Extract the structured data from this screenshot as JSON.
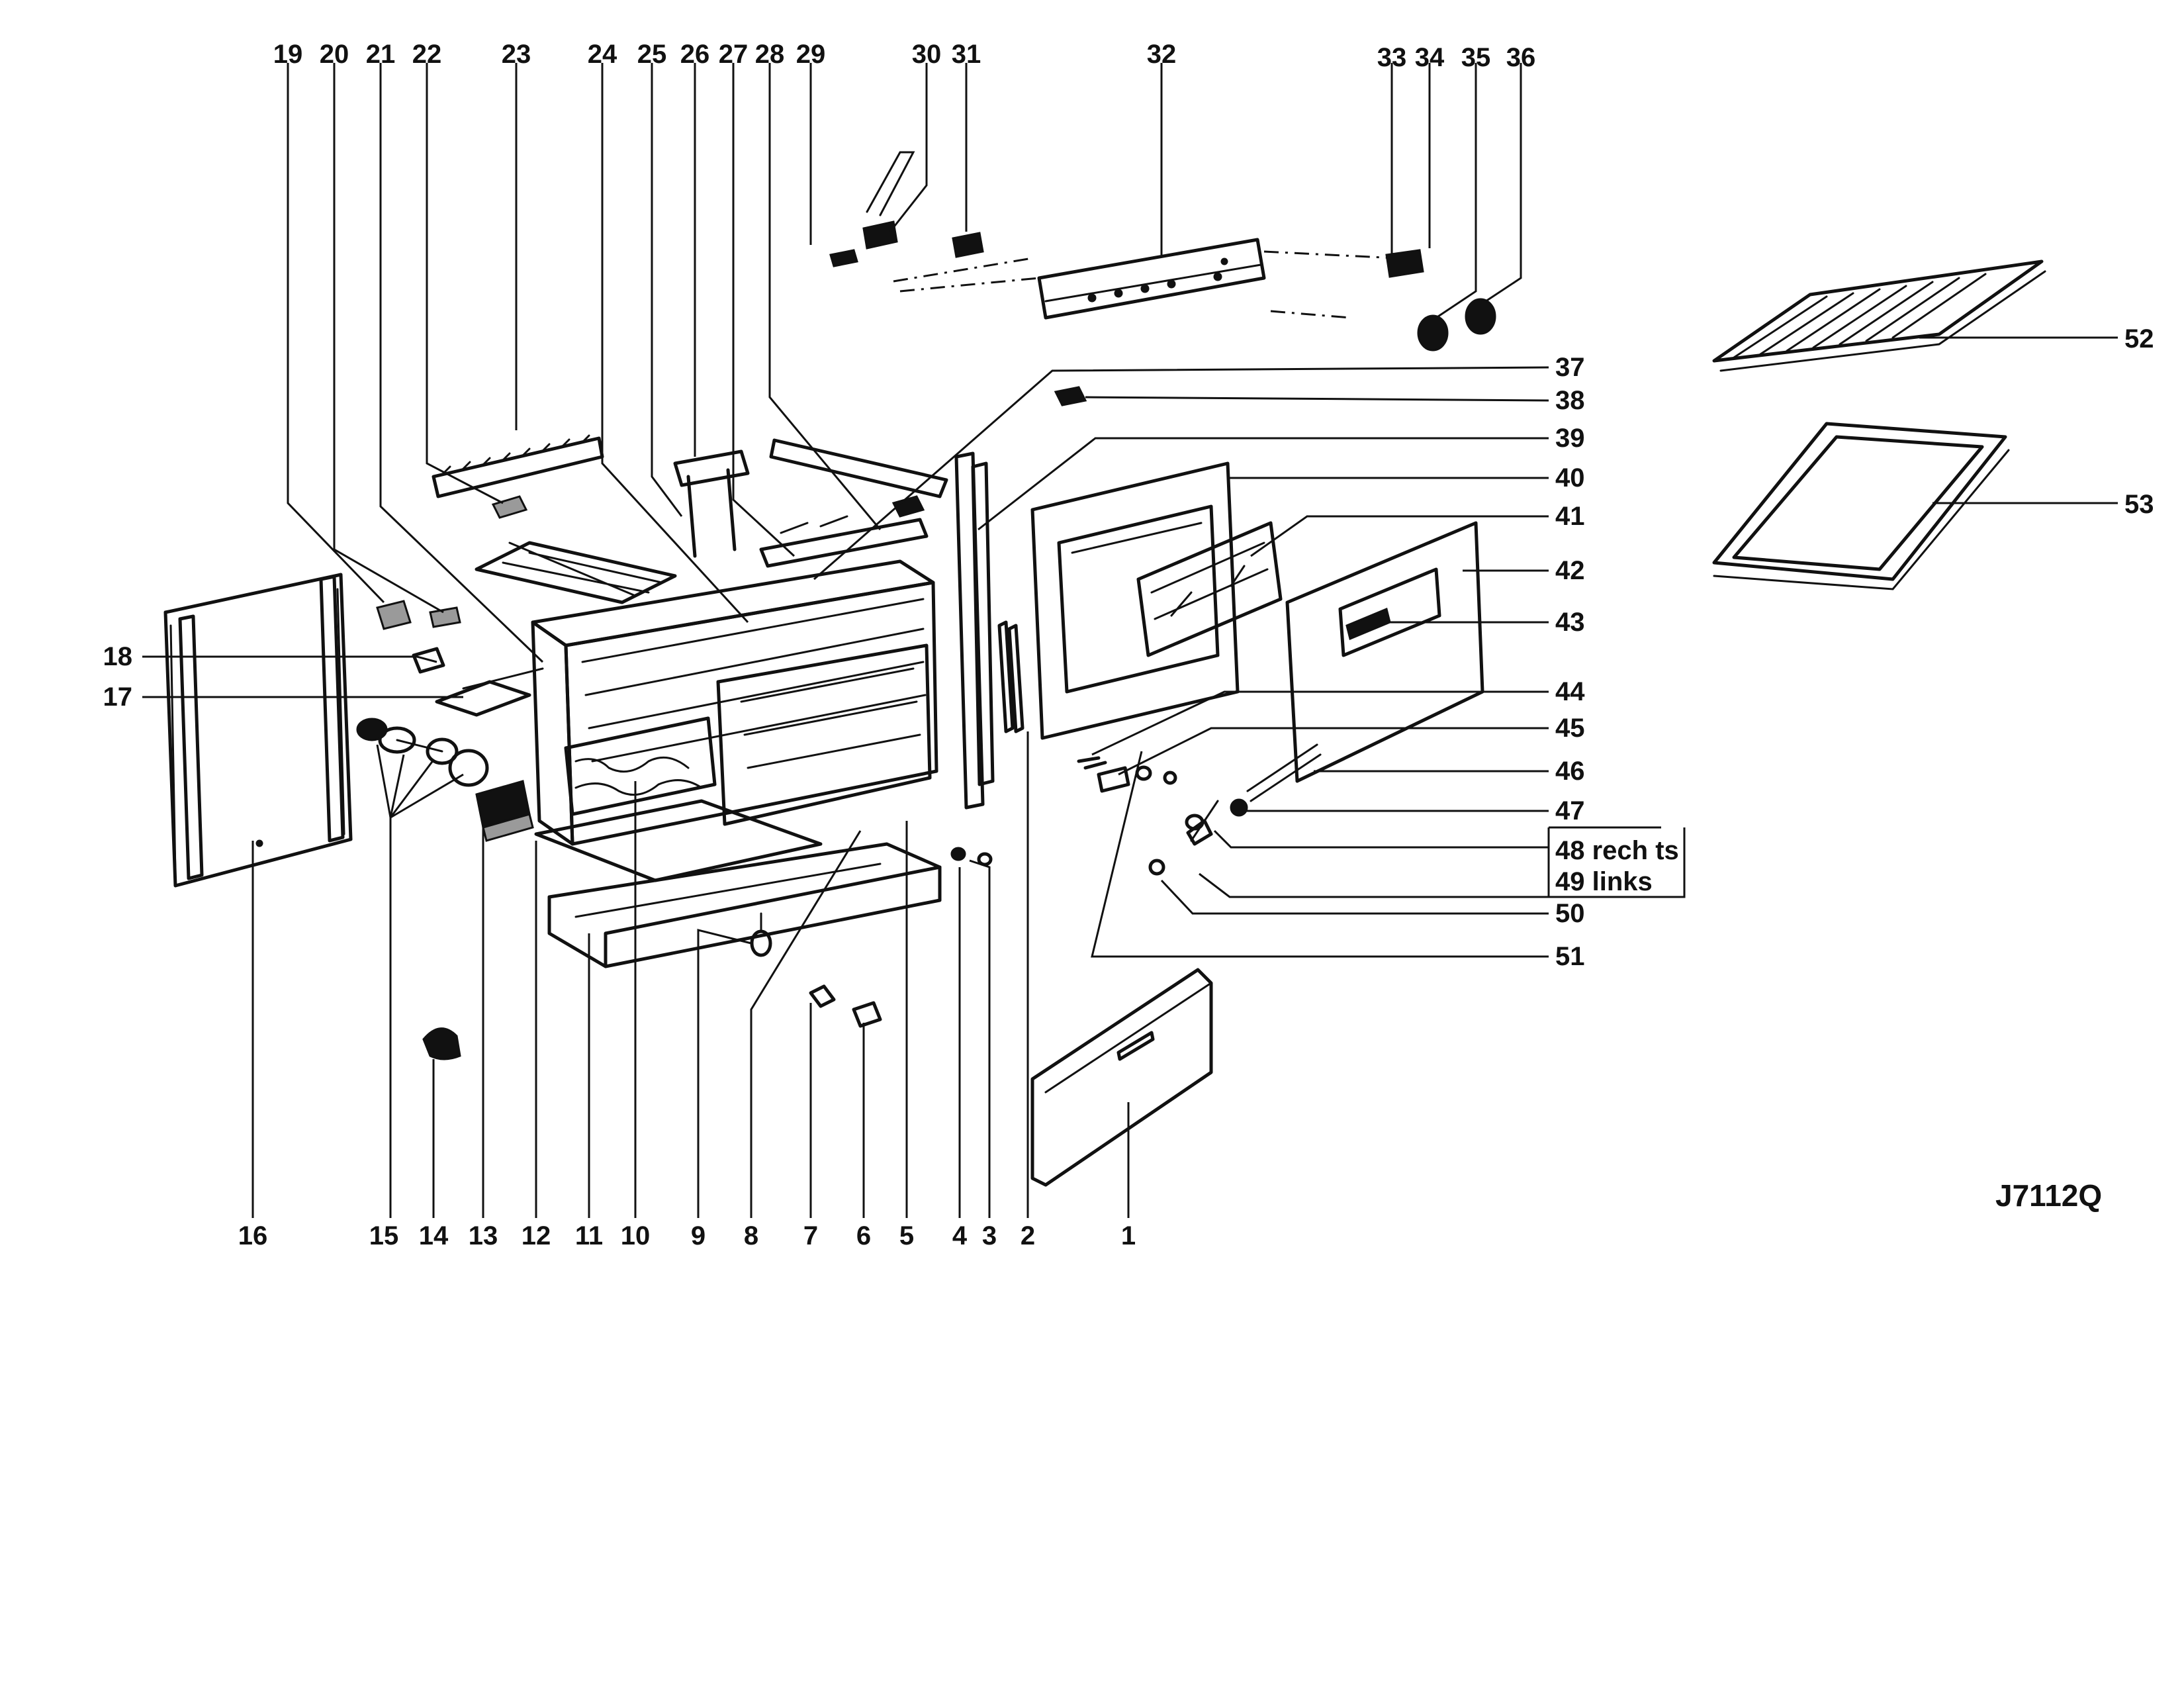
{
  "diagram": {
    "drawing_code": "J7112Q",
    "top_labels": [
      "19",
      "20",
      "21",
      "22",
      "23",
      "24",
      "25",
      "26",
      "27",
      "28",
      "29",
      "30",
      "31",
      "32",
      "33",
      "34",
      "35",
      "36"
    ],
    "bottom_labels": [
      "16",
      "15",
      "14",
      "13",
      "12",
      "11",
      "10",
      "9",
      "8",
      "7",
      "6",
      "5",
      "4",
      "3",
      "2",
      "1"
    ],
    "right_labels": [
      "37",
      "38",
      "39",
      "40",
      "41",
      "42",
      "43",
      "44",
      "45",
      "46",
      "47",
      "50",
      "51"
    ],
    "left_labels": [
      "18",
      "17"
    ],
    "tray_labels": [
      "52",
      "53"
    ],
    "note_right": "48 rech ts",
    "note_left": "49 links"
  }
}
